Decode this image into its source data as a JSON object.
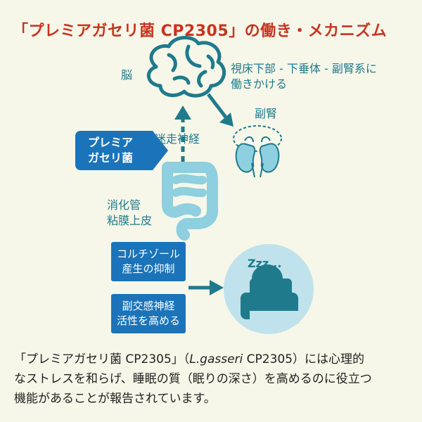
{
  "title": "「プレミアガセリ菌 CP2305」の働き・メカニズム",
  "labels": {
    "brain": "脳",
    "hypothalamus_line1": "視床下部 - 下垂体 - 副腎系に",
    "hypothalamus_line2": "働きかける",
    "adrenal": "副腎",
    "vagus": "迷走神経",
    "gut_line1": "消化管",
    "gut_line2": "粘膜上皮",
    "sleep_zzz": "Zzz..."
  },
  "bacteria_tag": {
    "line1": "プレミア",
    "line2": "ガセリ菌"
  },
  "effects": [
    {
      "line1": "コルチゾール",
      "line2": "産生の抑制"
    },
    {
      "line1": "副交感神経",
      "line2": "活性を高める"
    }
  ],
  "description": {
    "line1_part1": "「プレミアガセリ菌 CP2305」（",
    "line1_italic": "L.gasseri",
    "line1_part2": " CP2305）には心理的",
    "line2": "なストレスを和らげ、睡眠の質（眠りの深さ）を高めるのに役立つ",
    "line3": "機能があることが報告されています。"
  },
  "colors": {
    "title": "#c8341f",
    "teal": "#1f7a8c",
    "box_blue": "#1b74b9",
    "circle": "#bfe2ec",
    "background": "#f6f7e9"
  }
}
